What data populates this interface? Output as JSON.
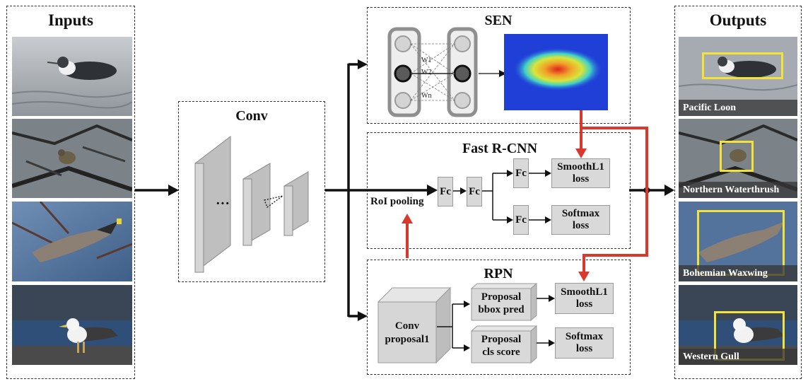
{
  "inputs": {
    "title": "Inputs"
  },
  "conv": {
    "title": "Conv",
    "ellipsis": "···"
  },
  "sen": {
    "title": "SEN",
    "weights": [
      "W1",
      "W2",
      "Wn"
    ]
  },
  "fast_rcnn": {
    "title": "Fast R-CNN",
    "roi_pooling": "RoI pooling",
    "fc": "Fc",
    "smoothl1": [
      "SmoothL1",
      "loss"
    ],
    "softmax": [
      "Softmax",
      "loss"
    ]
  },
  "rpn": {
    "title": "RPN",
    "conv_proposal": [
      "Conv",
      "proposal1"
    ],
    "bbox_pred": [
      "Proposal",
      "bbox pred"
    ],
    "cls_score": [
      "Proposal",
      "cls score"
    ],
    "smoothl1": [
      "SmoothL1",
      "loss"
    ],
    "softmax": [
      "Softmax",
      "loss"
    ]
  },
  "outputs": {
    "title": "Outputs",
    "captions": [
      "Pacific Loon",
      "Northern Waterthrush",
      "Bohemian Waxwing",
      "Western Gull"
    ]
  },
  "colors": {
    "flow_arrow": "#111111",
    "loss_arrow": "#d9382c",
    "bbox": "#f2e23a"
  }
}
